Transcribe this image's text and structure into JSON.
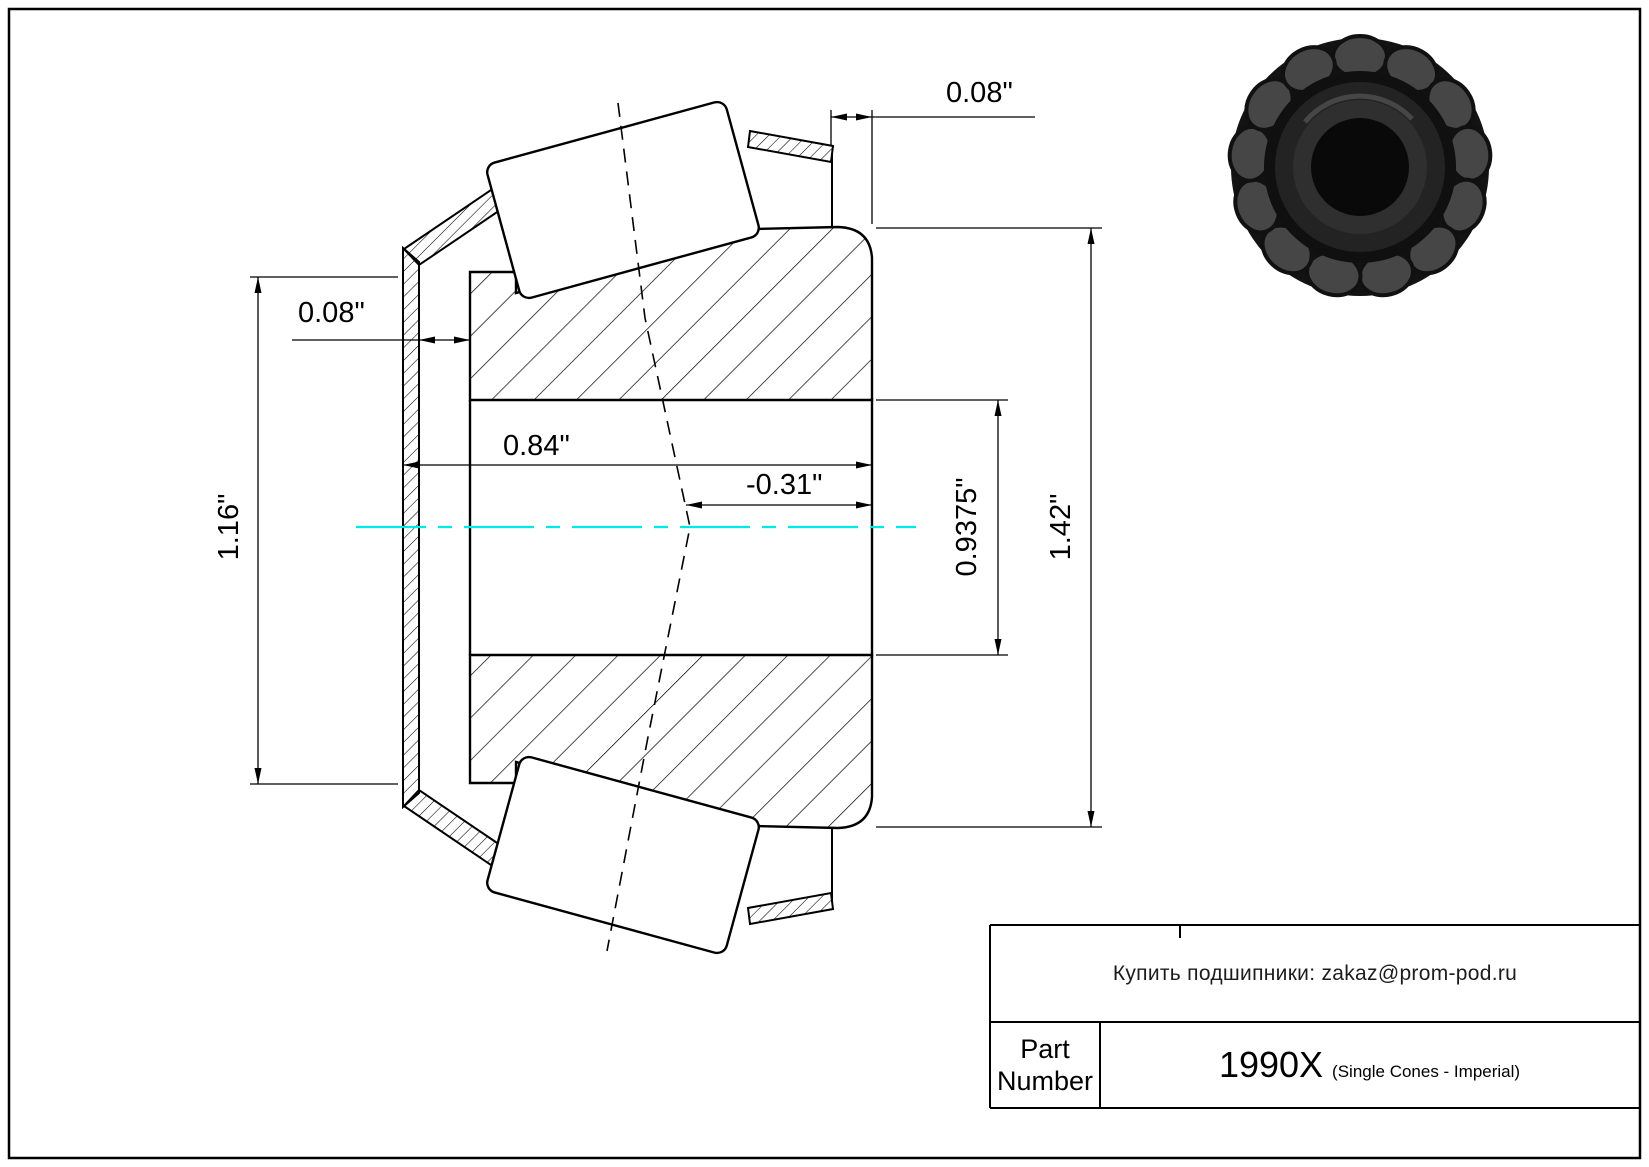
{
  "sheet": {
    "background": "#ffffff",
    "border_color": "#000000"
  },
  "drawing": {
    "centerline_color": "#00e8e8",
    "dimensions": {
      "top_offset": "0.08\"",
      "left_offset": "0.08\"",
      "overall_width": "0.84\"",
      "stand_out": "-0.31\"",
      "bore_diameter": "0.9375\"",
      "outer_diameter": "1.42\"",
      "cage_height": "1.16\""
    }
  },
  "photo": {
    "body_color": "#131313",
    "roller_color": "#464646"
  },
  "title_block": {
    "contact": "Купить подшипники: zakaz@prom-pod.ru",
    "part_label": "Part Number",
    "part_number": "1990X",
    "series_note": "(Single Cones - Imperial)"
  }
}
